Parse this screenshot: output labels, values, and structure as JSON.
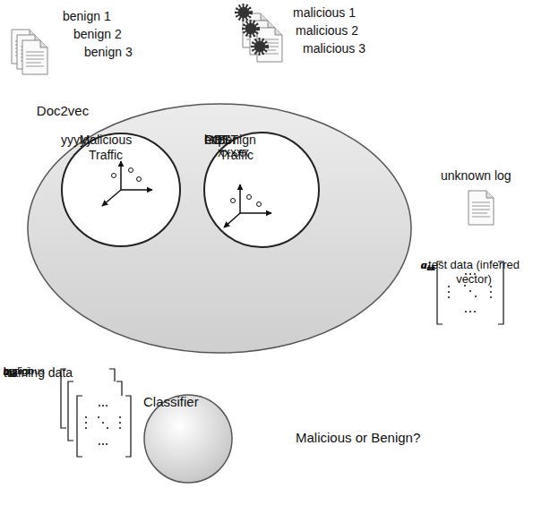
{
  "diagram": {
    "nodes": [
      {
        "text": [
          "benign 1",
          "benign 2",
          "benign 3"
        ]
      },
      {
        "text": [
          "malicious 1",
          "malicious 2",
          "malicious 3"
        ]
      },
      {
        "text": [
          "Doc2vec"
        ]
      },
      {
        "text": [
          "xxxxx",
          "yyyyy",
          "Malicious Traffic"
        ],
        "in": 2
      },
      {
        "text": [
          "POST",
          "GET",
          "http",
          "Benign Traffic"
        ],
        "in": 2
      },
      {
        "text": [
          "unknown log"
        ]
      },
      {
        "text": [
          "a11",
          "a1n",
          "an1",
          "ann",
          "test data (inferred vector)"
        ]
      },
      {
        "text": [
          "malicious",
          "benign",
          "benign",
          "a11",
          "a1n",
          "an1",
          "ann",
          "training data"
        ]
      },
      {
        "text": [
          "Classifier"
        ]
      },
      {
        "text": [
          "Malicious or Benign?"
        ]
      }
    ],
    "edges": [
      {
        "from": 0,
        "to": 2,
        "arrow": "to"
      },
      {
        "from": 1,
        "to": 2,
        "arrow": "to"
      },
      {
        "from": 5,
        "to": 2,
        "arrow": "to"
      },
      {
        "from": 2,
        "to": 6,
        "arrow": "to"
      },
      {
        "from": 6,
        "to": 8,
        "arrow": "to"
      },
      {
        "from": 2,
        "to": 8,
        "arrow": "to"
      },
      {
        "from": 8,
        "to": 9,
        "arrow": "to"
      }
    ]
  }
}
